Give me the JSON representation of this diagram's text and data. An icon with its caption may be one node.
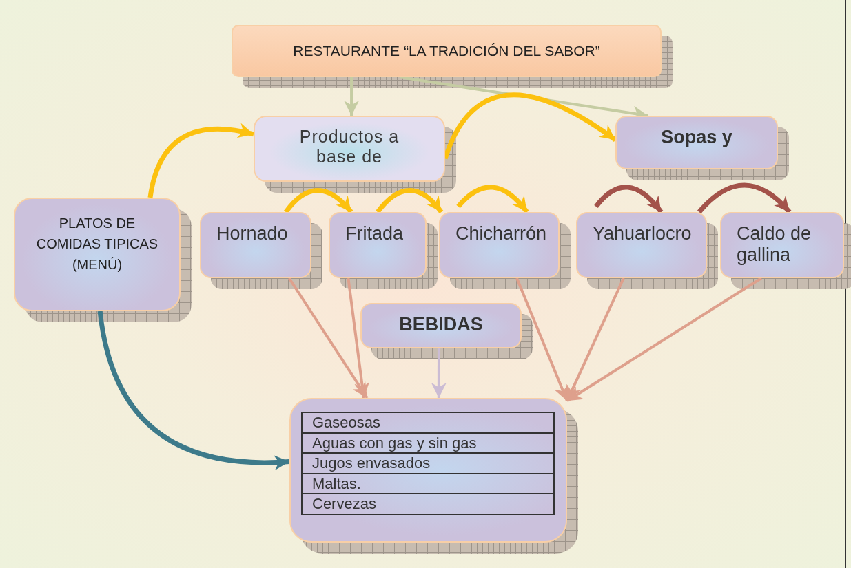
{
  "diagram": {
    "nodes": [
      {
        "text": [
          "RESTAURANTE “LA TRADICIÓN DEL SABOR”"
        ]
      },
      {
        "text": [
          "Productos a base de"
        ]
      },
      {
        "text": [
          "Sopas y"
        ]
      },
      {
        "text": [
          "PLATOS DE COMIDAS TIPICAS (MENÚ)"
        ]
      },
      {
        "text": [
          "Hornado"
        ]
      },
      {
        "text": [
          "Fritada"
        ]
      },
      {
        "text": [
          "Chicharrón"
        ]
      },
      {
        "text": [
          "Yahuarlocro"
        ]
      },
      {
        "text": [
          "Caldo de gallina"
        ]
      },
      {
        "text": [
          "BEBIDAS"
        ]
      },
      {
        "text": [
          "Gaseosas",
          "Aguas con gas y sin gas",
          "Jugos envasados",
          "Maltas.",
          "Cervezas"
        ]
      }
    ],
    "edges": [
      {
        "from": 0,
        "to": 1,
        "arrow": "to",
        "color": "#c5cca2"
      },
      {
        "from": 0,
        "to": 2,
        "arrow": "to",
        "color": "#c5cca2"
      },
      {
        "from": 3,
        "to": 1,
        "arrow": "to",
        "color": "#fcc10f"
      },
      {
        "from": 1,
        "to": 2,
        "arrow": "to",
        "color": "#fcc10f"
      },
      {
        "from": 4,
        "to": 5,
        "arrow": "to",
        "color": "#fcc10f"
      },
      {
        "from": 5,
        "to": 6,
        "arrow": "to",
        "color": "#fcc10f"
      },
      {
        "from": null,
        "to": 6,
        "arrow": "to",
        "color": "#fcc10f"
      },
      {
        "from": null,
        "to": 7,
        "arrow": "to",
        "color": "#a3524a"
      },
      {
        "from": 7,
        "to": 8,
        "arrow": "to",
        "color": "#a3524a"
      },
      {
        "from": 4,
        "to": 10,
        "arrow": "to",
        "color": "#dea08c"
      },
      {
        "from": 5,
        "to": 10,
        "arrow": "to",
        "color": "#dea08c"
      },
      {
        "from": 6,
        "to": 10,
        "arrow": "to",
        "color": "#dea08c"
      },
      {
        "from": 7,
        "to": 10,
        "arrow": "to",
        "color": "#dea08c"
      },
      {
        "from": 8,
        "to": 10,
        "arrow": "to",
        "color": "#dea08c"
      },
      {
        "from": 9,
        "to": 10,
        "arrow": "to",
        "color": "#cbbcd4"
      },
      {
        "from": 3,
        "to": 10,
        "arrow": "to",
        "color": "#3d7a8a"
      }
    ]
  }
}
